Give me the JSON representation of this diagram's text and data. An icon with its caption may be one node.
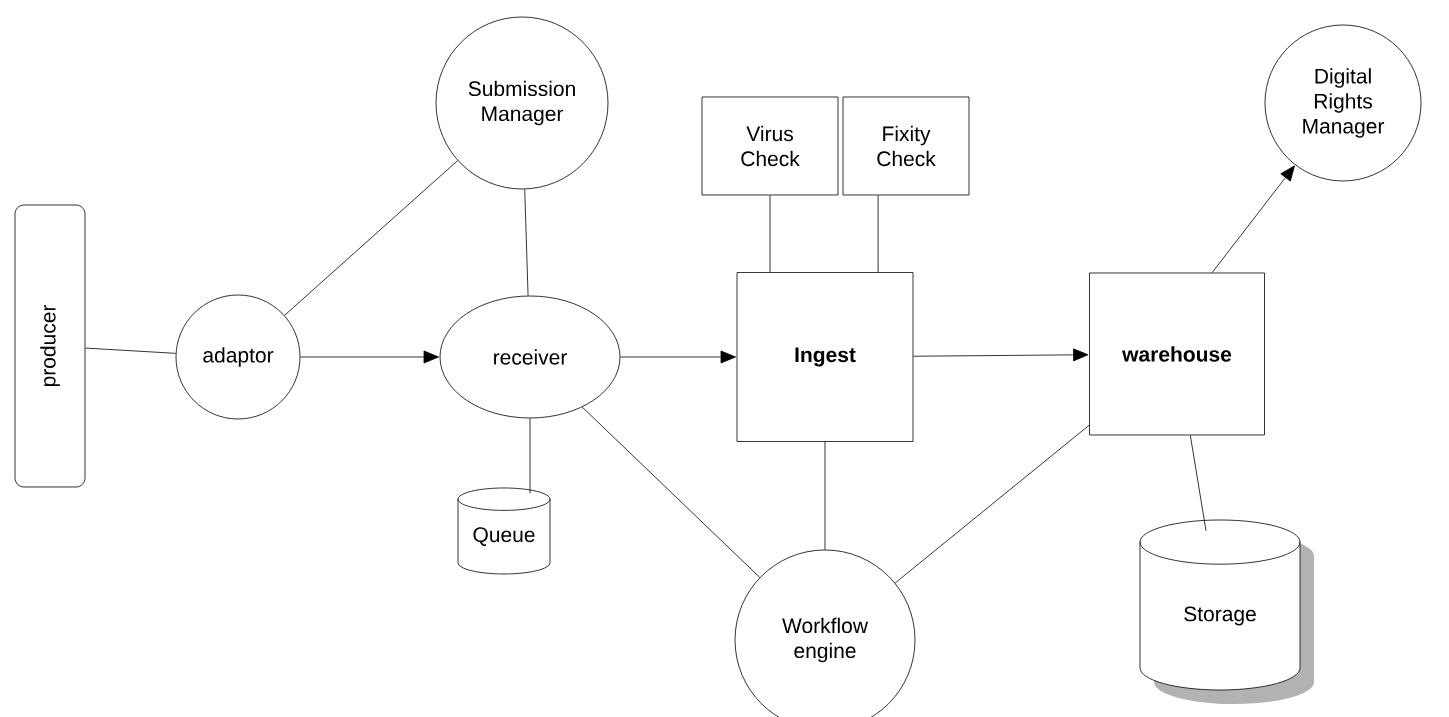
{
  "diagram": {
    "nodes": [
      {
        "text": [
          "producer"
        ]
      },
      {
        "text": [
          "adaptor"
        ]
      },
      {
        "text": [
          "Submission Manager"
        ]
      },
      {
        "text": [
          "receiver"
        ]
      },
      {
        "text": [
          "Queue"
        ]
      },
      {
        "text": [
          "Virus Check"
        ]
      },
      {
        "text": [
          "Fixity Check"
        ]
      },
      {
        "text": [
          "Ingest"
        ]
      },
      {
        "text": [
          "Workflow engine"
        ]
      },
      {
        "text": [
          "warehouse"
        ]
      },
      {
        "text": [
          "Storage"
        ]
      },
      {
        "text": [
          "Digital Rights Manager"
        ]
      }
    ],
    "edges": [
      {
        "from": 0,
        "to": 1,
        "arrow": "none"
      },
      {
        "from": 1,
        "to": 2,
        "arrow": "none"
      },
      {
        "from": 1,
        "to": 3,
        "arrow": "to"
      },
      {
        "from": 2,
        "to": 3,
        "arrow": "none"
      },
      {
        "from": 3,
        "to": 4,
        "arrow": "none"
      },
      {
        "from": 3,
        "to": 7,
        "arrow": "to"
      },
      {
        "from": 3,
        "to": 8,
        "arrow": "none"
      },
      {
        "from": 5,
        "to": 7,
        "arrow": "none"
      },
      {
        "from": 6,
        "to": 7,
        "arrow": "none"
      },
      {
        "from": 7,
        "to": 8,
        "arrow": "none"
      },
      {
        "from": 7,
        "to": 9,
        "arrow": "to"
      },
      {
        "from": 9,
        "to": 8,
        "arrow": "none"
      },
      {
        "from": 9,
        "to": 10,
        "arrow": "none"
      },
      {
        "from": 9,
        "to": 11,
        "arrow": "to"
      }
    ]
  }
}
